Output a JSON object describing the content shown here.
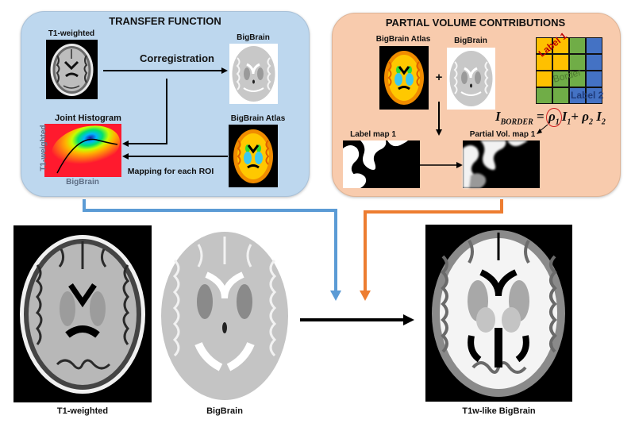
{
  "transfer_function": {
    "title": "TRANSFER FUNCTION",
    "t1_label": "T1-weighted",
    "bigbrain_label": "BigBrain",
    "coregistration_label": "Corregistration",
    "histogram": {
      "title": "Joint Histogram",
      "ylabel": "T1-weighted",
      "xlabel": "BigBrain"
    },
    "atlas_label": "BigBrain Atlas",
    "mapping_label": "Mapping for each ROI",
    "color": "#bdd7ee"
  },
  "partial_volume": {
    "title": "PARTIAL VOLUME CONTRIBUTIONS",
    "atlas_label": "BigBrain  Atlas",
    "bigbrain_label": "BigBrain",
    "plus": "+",
    "label_map_label": "Label map 1",
    "pv_map_label": "Partial Vol. map 1",
    "grid": {
      "rows": [
        [
          "label1",
          "label1",
          "border",
          "label2"
        ],
        [
          "label1",
          "label1",
          "border",
          "label2"
        ],
        [
          "label1",
          "border",
          "border",
          "label2"
        ],
        [
          "border",
          "border",
          "label2",
          "label2"
        ]
      ],
      "colors": {
        "label1": "#ffc000",
        "border": "#70ad47",
        "label2": "#4472c4"
      },
      "label1_text": "Label 1",
      "border_text": "Border",
      "label2_text": "Label 2"
    },
    "formula": {
      "lhs": "I",
      "lhs_sub": "BORDER",
      "eq": "=",
      "rho1": "ρ",
      "rho1_sub": "1",
      "i1": "I",
      "i1_sub": "1",
      "plus": "+",
      "rho2": "ρ",
      "rho2_sub": "2",
      "i2": "I",
      "i2_sub": "2"
    },
    "color": "#f8cbad"
  },
  "bottom": {
    "t1_label": "T1-weighted",
    "bigbrain_label": "BigBrain",
    "result_label": "T1w-like BigBrain"
  },
  "connectors": {
    "blue": "#5b9bd5",
    "orange": "#ed7d31"
  }
}
